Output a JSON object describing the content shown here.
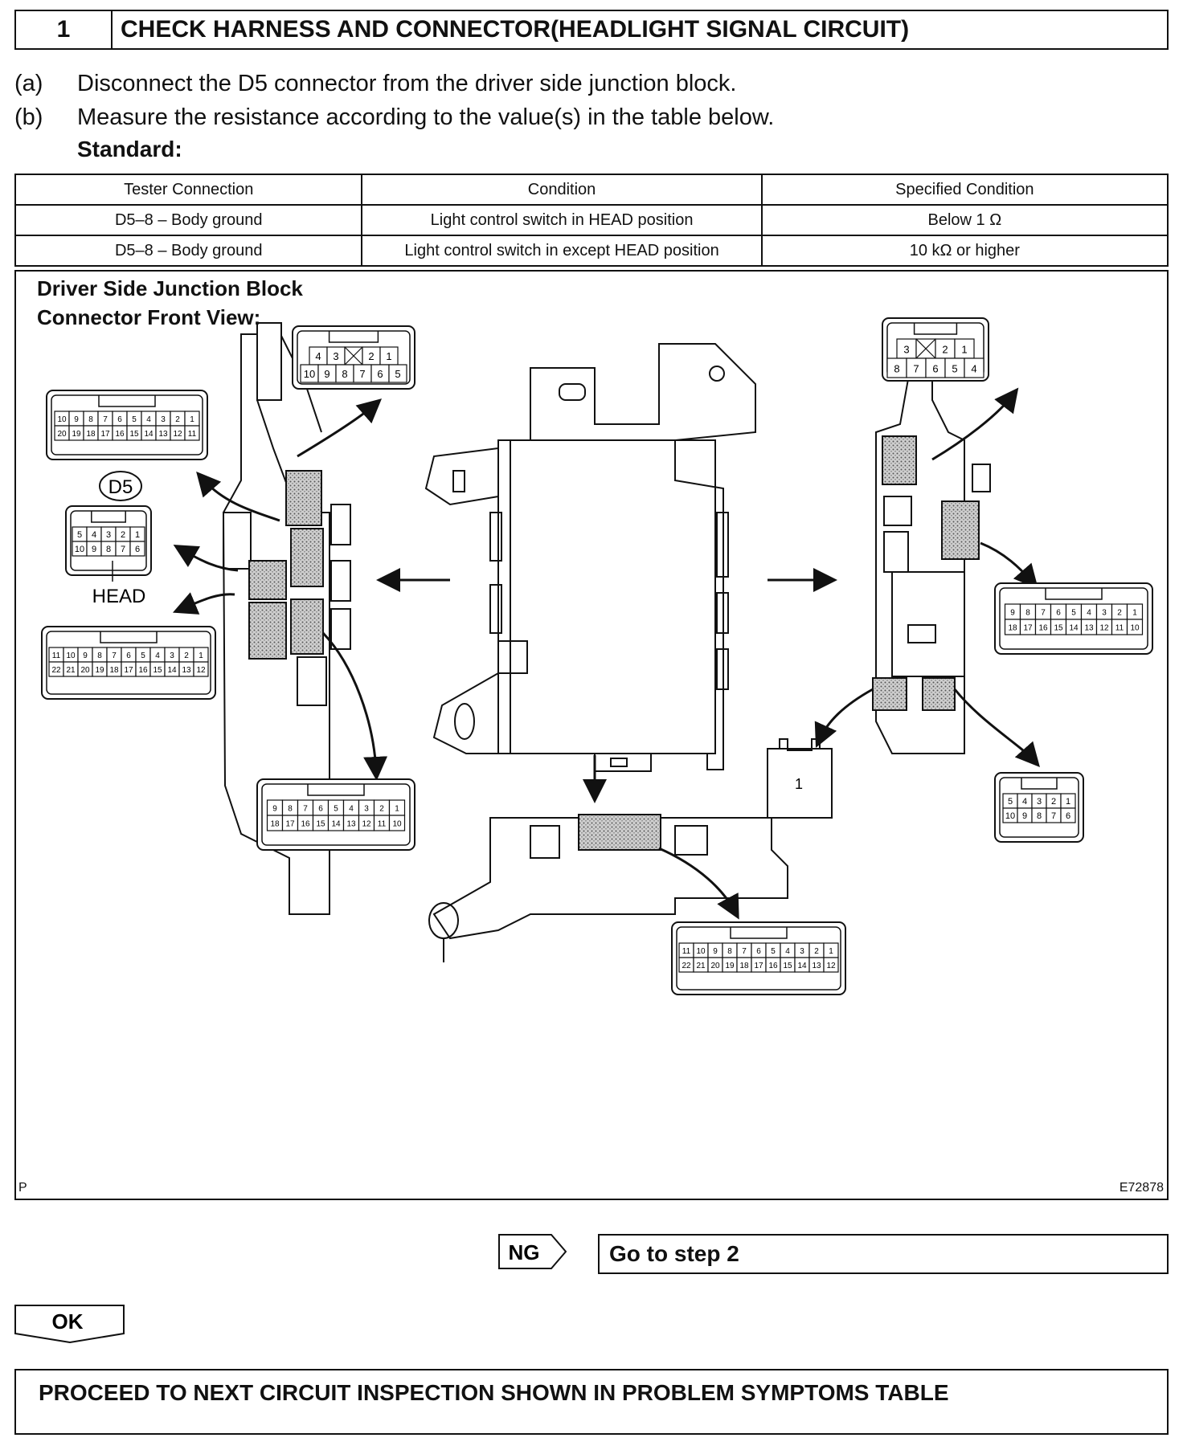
{
  "step": {
    "number": "1",
    "title": "CHECK HARNESS AND CONNECTOR(HEADLIGHT SIGNAL CIRCUIT)"
  },
  "instructions": [
    {
      "label": "(a)",
      "text": "Disconnect the D5 connector from the driver side junction block."
    },
    {
      "label": "(b)",
      "text": "Measure the resistance according to the value(s) in the table below."
    }
  ],
  "standard_label": "Standard:",
  "table": {
    "headers": [
      "Tester Connection",
      "Condition",
      "Specified Condition"
    ],
    "rows": [
      [
        "D5–8 – Body ground",
        "Light control switch in HEAD position",
        "Below 1 Ω"
      ],
      [
        "D5–8 – Body ground",
        "Light control switch in except HEAD position",
        "10 kΩ or higher"
      ]
    ]
  },
  "figure": {
    "title_line1": "Driver Side Junction Block",
    "title_line2": "Connector Front View:",
    "connector_label": "D5",
    "terminal_label": "HEAD",
    "corner_left": "P",
    "corner_right": "E72878",
    "single_pin": "1",
    "c_top_left_row1": [
      "4",
      "3",
      "",
      "2",
      "1"
    ],
    "c_top_left_row2": [
      "10",
      "9",
      "8",
      "7",
      "6",
      "5"
    ],
    "c_top_right_row1": [
      "3",
      "",
      "2",
      "1"
    ],
    "c_top_right_row2": [
      "8",
      "7",
      "6",
      "5",
      "4"
    ],
    "c20_row1": [
      "10",
      "9",
      "8",
      "7",
      "6",
      "5",
      "4",
      "3",
      "2",
      "1"
    ],
    "c20_row2": [
      "20",
      "19",
      "18",
      "17",
      "16",
      "15",
      "14",
      "13",
      "12",
      "11"
    ],
    "c10_row1": [
      "5",
      "4",
      "3",
      "2",
      "1"
    ],
    "c10_row2": [
      "10",
      "9",
      "8",
      "7",
      "6"
    ],
    "c22_row1": [
      "11",
      "10",
      "9",
      "8",
      "7",
      "6",
      "5",
      "4",
      "3",
      "2",
      "1"
    ],
    "c22_row2": [
      "22",
      "21",
      "20",
      "19",
      "18",
      "17",
      "16",
      "15",
      "14",
      "13",
      "12"
    ],
    "c18_row1": [
      "9",
      "8",
      "7",
      "6",
      "5",
      "4",
      "3",
      "2",
      "1"
    ],
    "c18_row2": [
      "18",
      "17",
      "16",
      "15",
      "14",
      "13",
      "12",
      "11",
      "10"
    ]
  },
  "ng_label": "NG",
  "go_to_step": "Go to step 2",
  "ok_label": "OK",
  "proceed_text": "PROCEED TO NEXT CIRCUIT INSPECTION SHOWN IN PROBLEM SYMPTOMS TABLE"
}
